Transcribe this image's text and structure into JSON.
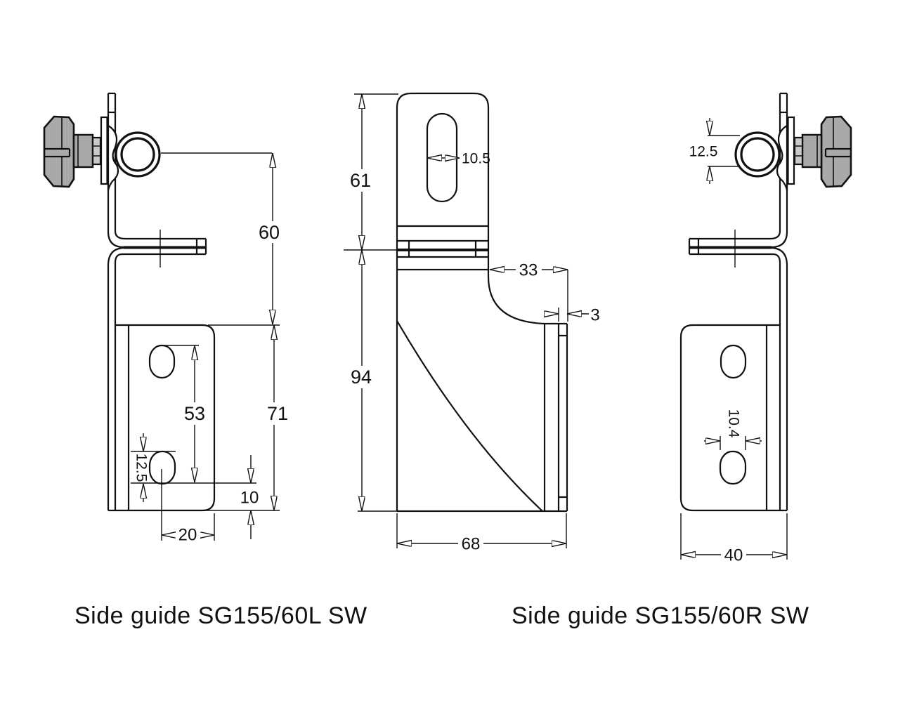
{
  "drawing": {
    "background": "#ffffff",
    "line_color": "#111111",
    "wingnut_color": "#a9a9a9",
    "titles": {
      "left": "Side guide SG155/60L SW",
      "right": "Side guide SG155/60R SW"
    },
    "views": {
      "left_side": {
        "dims": {
          "ring_to_plate": "60",
          "hole_span": "53",
          "plate_height": "71",
          "hole_height": "12.5",
          "bottom_offset": "10",
          "hole_to_edge": "20"
        }
      },
      "front": {
        "dims": {
          "tab_height": "61",
          "slot_width": "10.5",
          "depth": "33",
          "thickness": "3",
          "body_height": "94",
          "width": "68"
        }
      },
      "right_side": {
        "dims": {
          "ring_bore": "12.5",
          "hole_width": "10.4",
          "plate_width": "40"
        }
      }
    }
  }
}
